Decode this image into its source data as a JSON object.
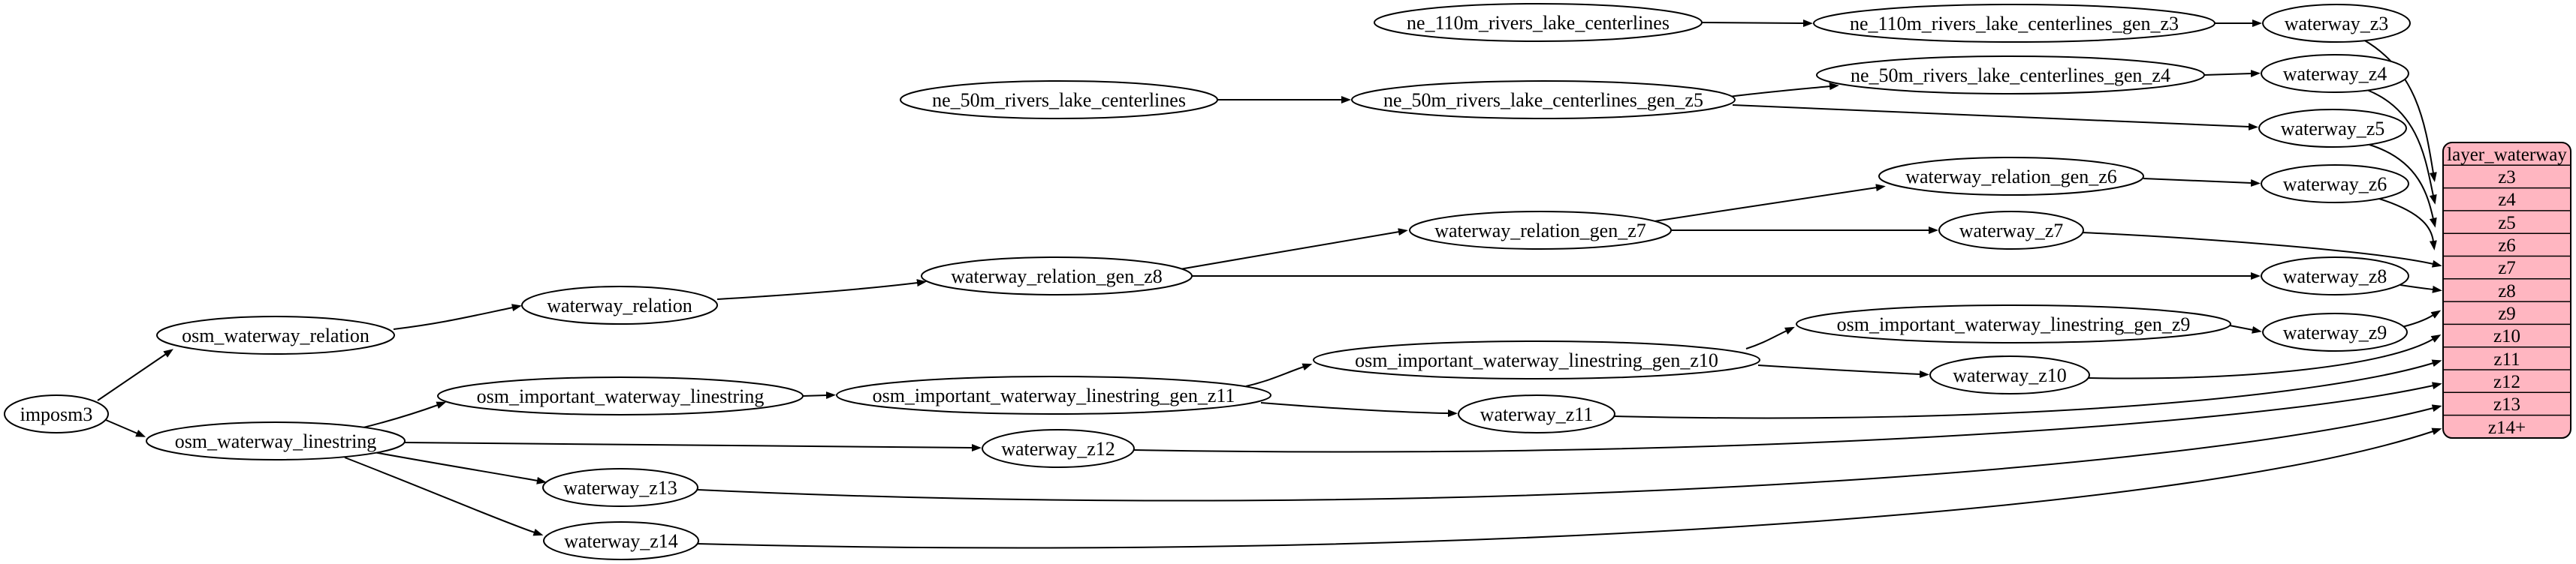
{
  "diagram": {
    "nodes": {
      "imposm3": "imposm3",
      "osm_waterway_relation": "osm_waterway_relation",
      "osm_waterway_linestring": "osm_waterway_linestring",
      "waterway_relation": "waterway_relation",
      "osm_important_waterway_linestring": "osm_important_waterway_linestring",
      "waterway_relation_gen_z8": "waterway_relation_gen_z8",
      "waterway_relation_gen_z7": "waterway_relation_gen_z7",
      "waterway_relation_gen_z6": "waterway_relation_gen_z6",
      "osm_important_waterway_linestring_gen_z11": "osm_important_waterway_linestring_gen_z11",
      "osm_important_waterway_linestring_gen_z10": "osm_important_waterway_linestring_gen_z10",
      "osm_important_waterway_linestring_gen_z9": "osm_important_waterway_linestring_gen_z9",
      "ne_110m_rivers_lake_centerlines": "ne_110m_rivers_lake_centerlines",
      "ne_110m_rivers_lake_centerlines_gen_z3": "ne_110m_rivers_lake_centerlines_gen_z3",
      "ne_50m_rivers_lake_centerlines": "ne_50m_rivers_lake_centerlines",
      "ne_50m_rivers_lake_centerlines_gen_z5": "ne_50m_rivers_lake_centerlines_gen_z5",
      "ne_50m_rivers_lake_centerlines_gen_z4": "ne_50m_rivers_lake_centerlines_gen_z4",
      "waterway_z3": "waterway_z3",
      "waterway_z4": "waterway_z4",
      "waterway_z5": "waterway_z5",
      "waterway_z6": "waterway_z6",
      "waterway_z7": "waterway_z7",
      "waterway_z8": "waterway_z8",
      "waterway_z9": "waterway_z9",
      "waterway_z10": "waterway_z10",
      "waterway_z11": "waterway_z11",
      "waterway_z12": "waterway_z12",
      "waterway_z13": "waterway_z13",
      "waterway_z14": "waterway_z14"
    },
    "table": {
      "title": "layer_waterway",
      "rows": [
        "z3",
        "z4",
        "z5",
        "z6",
        "z7",
        "z8",
        "z9",
        "z10",
        "z11",
        "z12",
        "z13",
        "z14+"
      ]
    },
    "edges": [
      {
        "from": "ne_110m_rivers_lake_centerlines",
        "to": "ne_110m_rivers_lake_centerlines_gen_z3"
      },
      {
        "from": "ne_110m_rivers_lake_centerlines_gen_z3",
        "to": "waterway_z3"
      },
      {
        "from": "ne_50m_rivers_lake_centerlines",
        "to": "ne_50m_rivers_lake_centerlines_gen_z5"
      },
      {
        "from": "ne_50m_rivers_lake_centerlines_gen_z5",
        "to": "ne_50m_rivers_lake_centerlines_gen_z4"
      },
      {
        "from": "ne_50m_rivers_lake_centerlines_gen_z5",
        "to": "waterway_z5"
      },
      {
        "from": "ne_50m_rivers_lake_centerlines_gen_z4",
        "to": "waterway_z4"
      },
      {
        "from": "imposm3",
        "to": "osm_waterway_relation"
      },
      {
        "from": "imposm3",
        "to": "osm_waterway_linestring"
      },
      {
        "from": "osm_waterway_relation",
        "to": "waterway_relation"
      },
      {
        "from": "waterway_relation",
        "to": "waterway_relation_gen_z8"
      },
      {
        "from": "waterway_relation_gen_z8",
        "to": "waterway_relation_gen_z7"
      },
      {
        "from": "waterway_relation_gen_z8",
        "to": "waterway_z8"
      },
      {
        "from": "waterway_relation_gen_z7",
        "to": "waterway_relation_gen_z6"
      },
      {
        "from": "waterway_relation_gen_z7",
        "to": "waterway_z7"
      },
      {
        "from": "waterway_relation_gen_z6",
        "to": "waterway_z6"
      },
      {
        "from": "osm_waterway_linestring",
        "to": "osm_important_waterway_linestring"
      },
      {
        "from": "osm_waterway_linestring",
        "to": "waterway_z12"
      },
      {
        "from": "osm_waterway_linestring",
        "to": "waterway_z13"
      },
      {
        "from": "osm_waterway_linestring",
        "to": "waterway_z14"
      },
      {
        "from": "osm_important_waterway_linestring",
        "to": "osm_important_waterway_linestring_gen_z11"
      },
      {
        "from": "osm_important_waterway_linestring_gen_z11",
        "to": "osm_important_waterway_linestring_gen_z10"
      },
      {
        "from": "osm_important_waterway_linestring_gen_z11",
        "to": "waterway_z11"
      },
      {
        "from": "osm_important_waterway_linestring_gen_z10",
        "to": "osm_important_waterway_linestring_gen_z9"
      },
      {
        "from": "osm_important_waterway_linestring_gen_z10",
        "to": "waterway_z10"
      },
      {
        "from": "osm_important_waterway_linestring_gen_z9",
        "to": "waterway_z9"
      },
      {
        "from": "waterway_z3",
        "to": "layer_waterway:z3"
      },
      {
        "from": "waterway_z4",
        "to": "layer_waterway:z4"
      },
      {
        "from": "waterway_z5",
        "to": "layer_waterway:z5"
      },
      {
        "from": "waterway_z6",
        "to": "layer_waterway:z6"
      },
      {
        "from": "waterway_z7",
        "to": "layer_waterway:z7"
      },
      {
        "from": "waterway_z8",
        "to": "layer_waterway:z8"
      },
      {
        "from": "waterway_z9",
        "to": "layer_waterway:z9"
      },
      {
        "from": "waterway_z10",
        "to": "layer_waterway:z10"
      },
      {
        "from": "waterway_z11",
        "to": "layer_waterway:z11"
      },
      {
        "from": "waterway_z12",
        "to": "layer_waterway:z12"
      },
      {
        "from": "waterway_z13",
        "to": "layer_waterway:z13"
      },
      {
        "from": "waterway_z14",
        "to": "layer_waterway:z14+"
      }
    ],
    "colors": {
      "background": "#ffffff",
      "node_fill": "#ffffff",
      "node_stroke": "#000000",
      "edge_color": "#000000",
      "table_fill": "#ffb6c1",
      "table_stroke": "#000000"
    }
  }
}
